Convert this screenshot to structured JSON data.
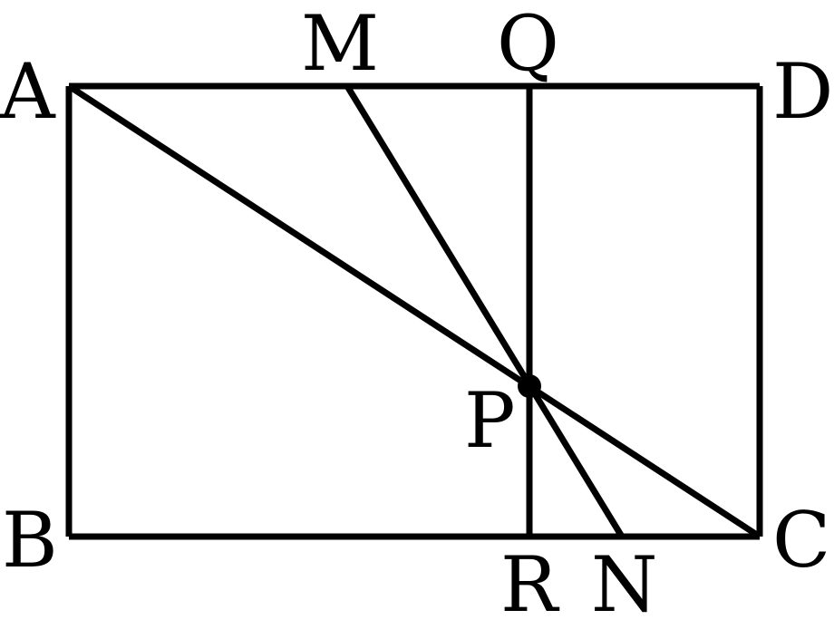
{
  "figure": {
    "stroke_color": "#000000",
    "background_color": "#ffffff"
  },
  "points": {
    "A": {
      "label": "A"
    },
    "B": {
      "label": "B"
    },
    "C": {
      "label": "C"
    },
    "D": {
      "label": "D"
    },
    "M": {
      "label": "M"
    },
    "Q": {
      "label": "Q"
    },
    "P": {
      "label": "P"
    },
    "R": {
      "label": "R"
    },
    "N": {
      "label": "N"
    }
  },
  "segments": [
    [
      "A",
      "D"
    ],
    [
      "D",
      "C"
    ],
    [
      "C",
      "B"
    ],
    [
      "B",
      "A"
    ],
    [
      "A",
      "C"
    ],
    [
      "M",
      "N"
    ],
    [
      "Q",
      "R"
    ]
  ],
  "marked_point": "P"
}
